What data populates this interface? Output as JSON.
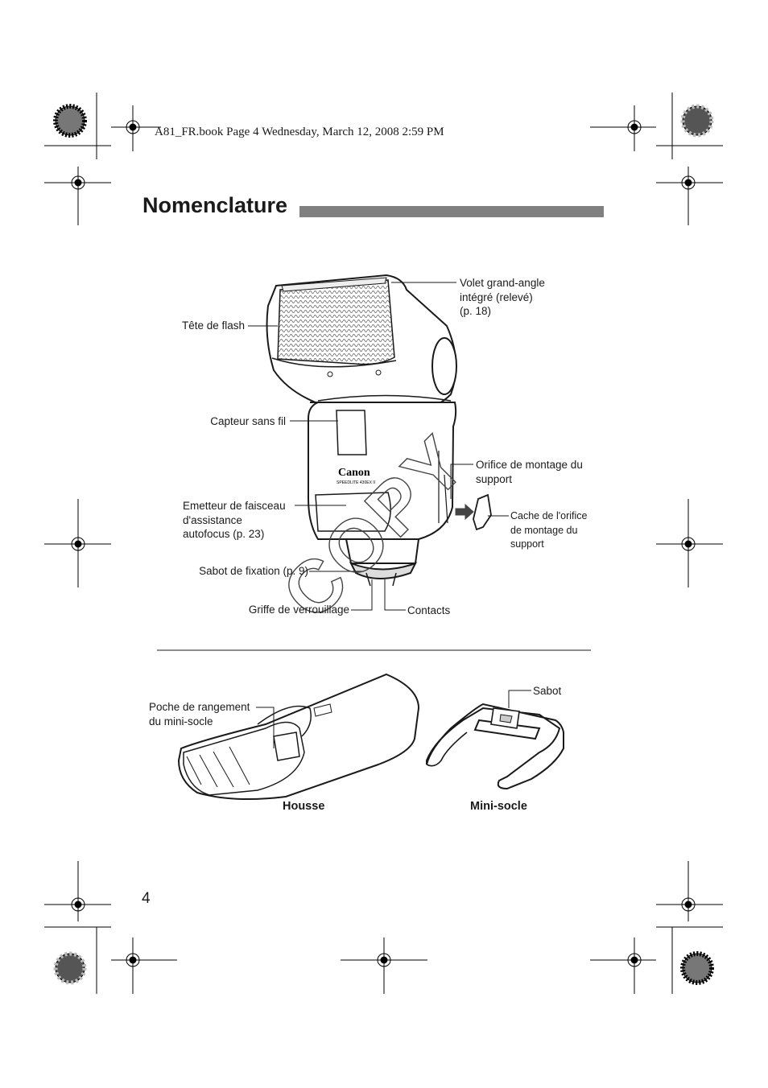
{
  "header": "A81_FR.book  Page 4  Wednesday, March 12, 2008  2:59 PM",
  "title": "Nomenclature",
  "flash_labels": {
    "volet": [
      "Volet grand-angle",
      "intégré (relevé)",
      "(p. 18)"
    ],
    "tete": "Tête de flash",
    "capteur": "Capteur sans fil",
    "orifice": [
      "Orifice de montage du",
      "support"
    ],
    "cache": [
      "Cache de l'orifice",
      "de montage du",
      "support"
    ],
    "emetteur": [
      "Emetteur de faisceau",
      "d'assistance",
      "autofocus (p. 23)"
    ],
    "sabot_fixation": "Sabot de fixation (p. 9)",
    "griffe": "Griffe de verrouillage",
    "contacts": "Contacts"
  },
  "accessory_labels": {
    "poche": [
      "Poche de rangement",
      "du mini-socle"
    ],
    "sabot": "Sabot",
    "housse": "Housse",
    "mini_socle": "Mini-socle"
  },
  "flash_branding": {
    "brand": "Canon",
    "model": "SPEEDLITE 430EX II"
  },
  "watermark": "COPY",
  "page_number": "4",
  "colors": {
    "title_bar": "#808080",
    "ink": "#1a1a1a"
  }
}
